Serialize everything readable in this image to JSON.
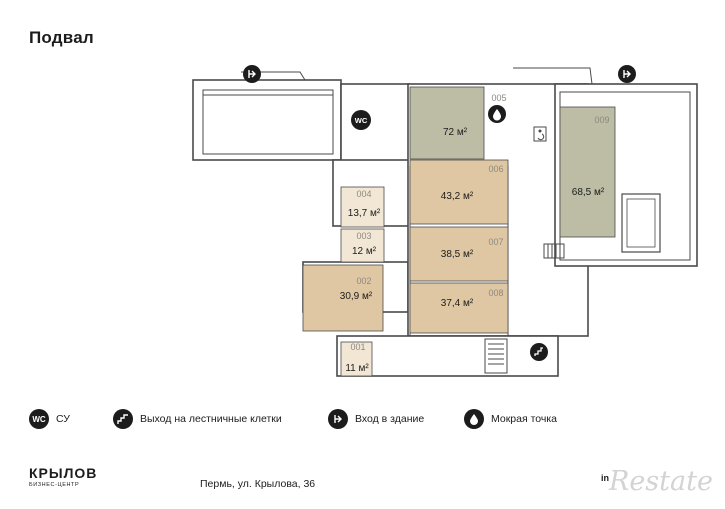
{
  "page_title": "Подвал",
  "rooms": [
    {
      "code": "001",
      "area": "11 м²",
      "color": "#f2e7d5"
    },
    {
      "code": "002",
      "area": "30,9 м²",
      "color": "#e0c7a3"
    },
    {
      "code": "003",
      "area": "12 м²",
      "color": "#f2e7d5"
    },
    {
      "code": "004",
      "area": "13,7 м²",
      "color": "#f2e7d5"
    },
    {
      "code": "005",
      "area": "72 м²",
      "color": "#bcbda4"
    },
    {
      "code": "006",
      "area": "43,2 м²",
      "color": "#e0c7a3"
    },
    {
      "code": "007",
      "area": "38,5 м²",
      "color": "#e0c7a3"
    },
    {
      "code": "008",
      "area": "37,4 м²",
      "color": "#e0c7a3"
    },
    {
      "code": "009",
      "area": "68,5 м²",
      "color": "#bcbda4"
    }
  ],
  "map_icons": {
    "wc": "WC"
  },
  "legend": {
    "wc_icon": "WC",
    "wc": "СУ",
    "stairs": "Выход на лестничные клетки",
    "entrance": "Вход в здание",
    "wet_point": "Мокрая точка"
  },
  "brand": {
    "name": "КРЫЛОВ",
    "subtitle": "БИЗНЕС-ЦЕНТР"
  },
  "address": "Пермь, ул. Крылова, 36",
  "logo": {
    "prefix": "in",
    "word": "Restate"
  },
  "colors": {
    "light_room": "#f2e7d5",
    "mid_room": "#e0c7a3",
    "olive_room": "#bcbda4",
    "wall": "#4a4a4a",
    "icon": "#1c1c1c"
  },
  "icons": [
    "entrance-icon",
    "stairs-icon",
    "wc-icon",
    "water-drop-icon",
    "person-icon"
  ]
}
